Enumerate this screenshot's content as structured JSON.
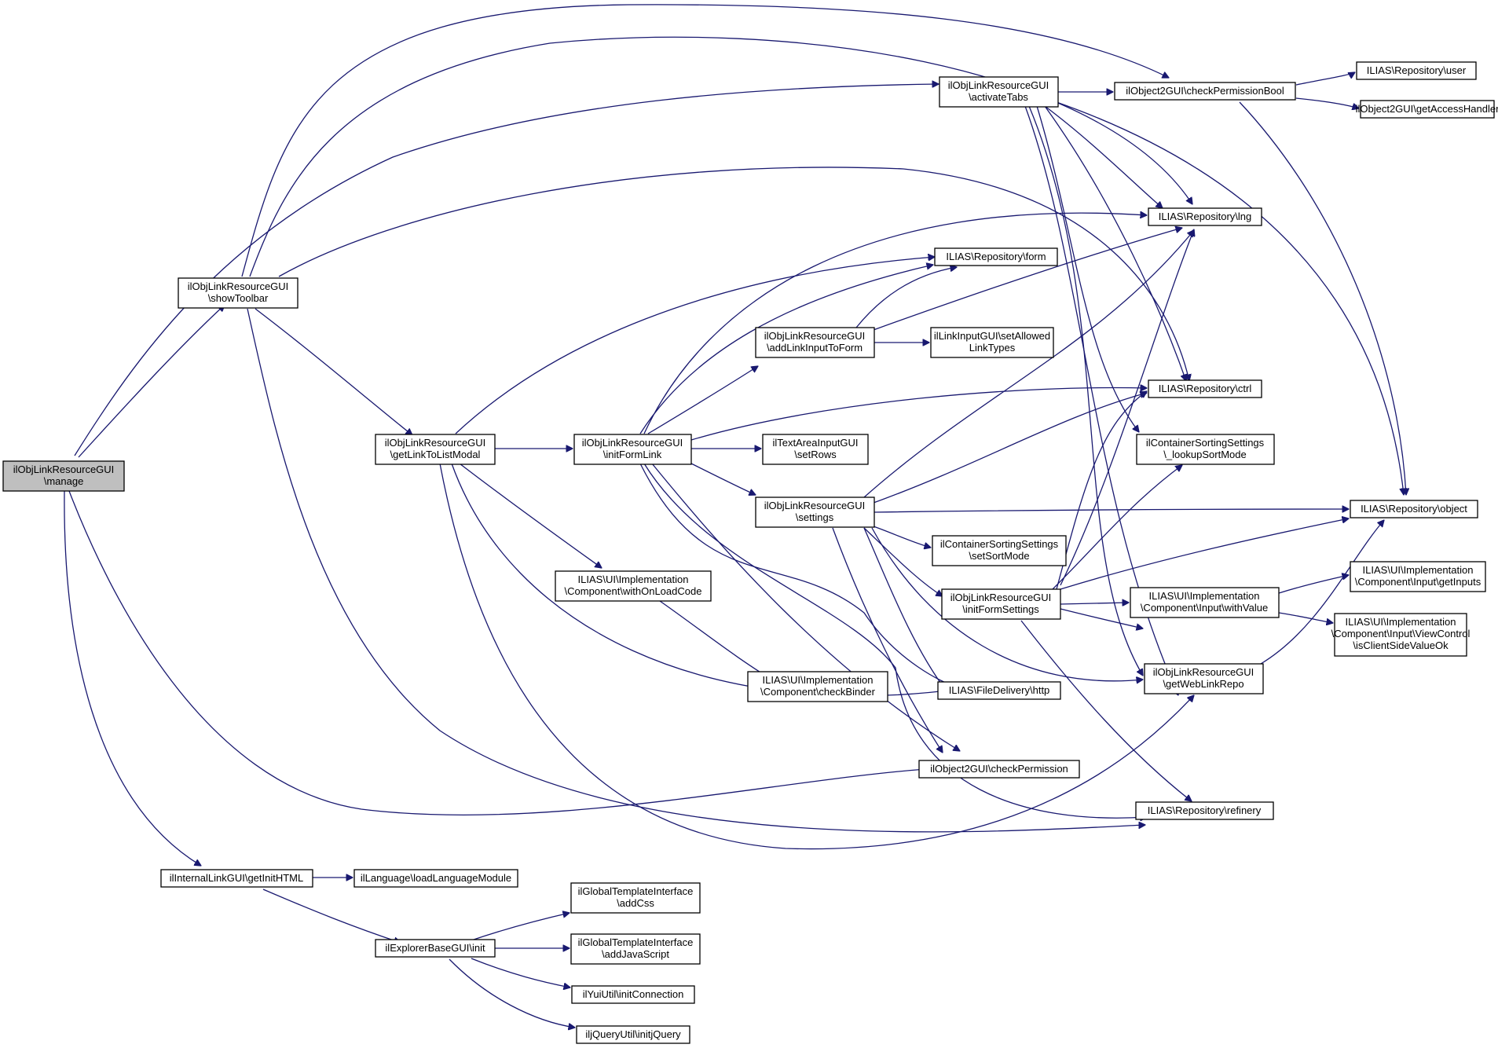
{
  "colors": {
    "edge": "#191970",
    "node_border": "#000000",
    "root_fill": "#bfbfbf",
    "node_fill": "#ffffff"
  },
  "nodes": {
    "manage": {
      "lines": [
        "ilObjLinkResourceGUI",
        "\\manage"
      ]
    },
    "showToolbar": {
      "lines": [
        "ilObjLinkResourceGUI",
        "\\showToolbar"
      ]
    },
    "getLinkToList": {
      "lines": [
        "ilObjLinkResourceGUI",
        "\\getLinkToListModal"
      ]
    },
    "getInitHTML": {
      "lines": [
        "ilInternalLinkGUI\\getInitHTML"
      ]
    },
    "loadLang": {
      "lines": [
        "ilLanguage\\loadLanguageModule"
      ]
    },
    "explorerInit": {
      "lines": [
        "ilExplorerBaseGUI\\init"
      ]
    },
    "addCss": {
      "lines": [
        "ilGlobalTemplateInterface",
        "\\addCss"
      ]
    },
    "addJs": {
      "lines": [
        "ilGlobalTemplateInterface",
        "\\addJavaScript"
      ]
    },
    "yuiInit": {
      "lines": [
        "ilYuiUtil\\initConnection"
      ]
    },
    "jquery": {
      "lines": [
        "iljQueryUtil\\initjQuery"
      ]
    },
    "withOnLoad": {
      "lines": [
        "ILIAS\\UI\\Implementation",
        "\\Component\\withOnLoadCode"
      ]
    },
    "checkBinder": {
      "lines": [
        "ILIAS\\UI\\Implementation",
        "\\Component\\checkBinder"
      ]
    },
    "initFormLink": {
      "lines": [
        "ilObjLinkResourceGUI",
        "\\initFormLink"
      ]
    },
    "addLinkInput": {
      "lines": [
        "ilObjLinkResourceGUI",
        "\\addLinkInputToForm"
      ]
    },
    "textArea": {
      "lines": [
        "ilTextAreaInputGUI",
        "\\setRows"
      ]
    },
    "settings": {
      "lines": [
        "ilObjLinkResourceGUI",
        "\\settings"
      ]
    },
    "setAllowed": {
      "lines": [
        "ilLinkInputGUI\\setAllowed",
        "LinkTypes"
      ]
    },
    "setSortMode": {
      "lines": [
        "ilContainerSortingSettings",
        "\\setSortMode"
      ]
    },
    "initFormSet": {
      "lines": [
        "ilObjLinkResourceGUI",
        "\\initFormSettings"
      ]
    },
    "http": {
      "lines": [
        "ILIAS\\FileDelivery\\http"
      ]
    },
    "checkPerm": {
      "lines": [
        "ilObject2GUI\\checkPermission"
      ]
    },
    "activateTabs": {
      "lines": [
        "ilObjLinkResourceGUI",
        "\\activateTabs"
      ]
    },
    "checkPermBool": {
      "lines": [
        "ilObject2GUI\\checkPermissionBool"
      ]
    },
    "form": {
      "lines": [
        "ILIAS\\Repository\\form"
      ]
    },
    "lng": {
      "lines": [
        "ILIAS\\Repository\\lng"
      ]
    },
    "ctrl": {
      "lines": [
        "ILIAS\\Repository\\ctrl"
      ]
    },
    "lookupSort": {
      "lines": [
        "ilContainerSortingSettings",
        "\\_lookupSortMode"
      ]
    },
    "withValue": {
      "lines": [
        "ILIAS\\UI\\Implementation",
        "\\Component\\Input\\withValue"
      ]
    },
    "getWebLink": {
      "lines": [
        "ilObjLinkResourceGUI",
        "\\getWebLinkRepo"
      ]
    },
    "refinery": {
      "lines": [
        "ILIAS\\Repository\\refinery"
      ]
    },
    "user": {
      "lines": [
        "ILIAS\\Repository\\user"
      ]
    },
    "getAccess": {
      "lines": [
        "ilObject2GUI\\getAccessHandler"
      ]
    },
    "object": {
      "lines": [
        "ILIAS\\Repository\\object"
      ]
    },
    "getInputs": {
      "lines": [
        "ILIAS\\UI\\Implementation",
        "\\Component\\Input\\getInputs"
      ]
    },
    "isClientOk": {
      "lines": [
        "ILIAS\\UI\\Implementation",
        "\\Component\\Input\\ViewControl",
        "\\isClientSideValueOk"
      ]
    }
  }
}
